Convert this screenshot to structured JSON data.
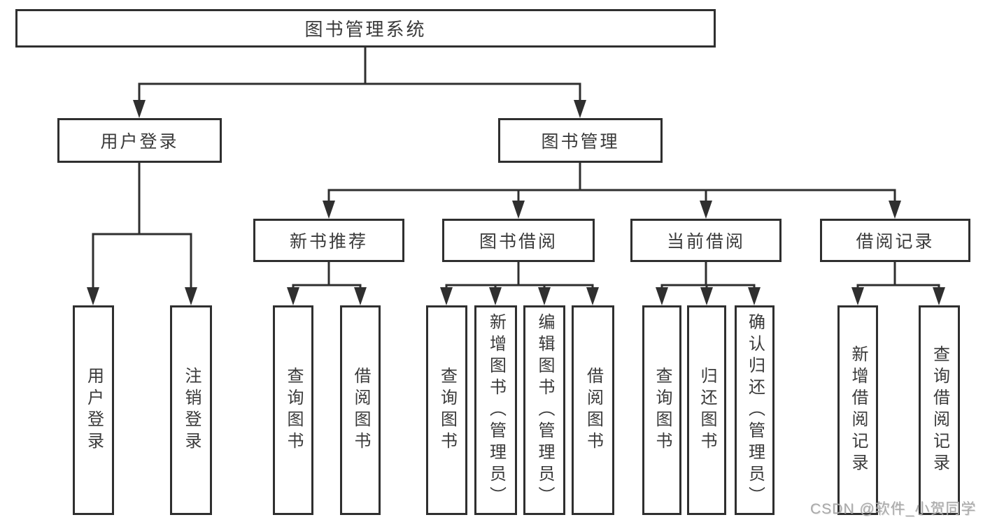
{
  "root": {
    "label": "图书管理系统"
  },
  "branches": [
    {
      "label": "用户登录",
      "children": [
        {
          "label": "用户登录"
        },
        {
          "label": "注销登录"
        }
      ]
    },
    {
      "label": "图书管理",
      "children": [
        {
          "label": "新书推荐",
          "children": [
            {
              "label": "查询图书"
            },
            {
              "label": "借阅图书"
            }
          ]
        },
        {
          "label": "图书借阅",
          "children": [
            {
              "label": "查询图书"
            },
            {
              "label": "新增图书（管理员）"
            },
            {
              "label": "编辑图书（管理员）"
            },
            {
              "label": "借阅图书"
            }
          ]
        },
        {
          "label": "当前借阅",
          "children": [
            {
              "label": "查询图书"
            },
            {
              "label": "归还图书"
            },
            {
              "label": "确认归还（管理员）"
            }
          ]
        },
        {
          "label": "借阅记录",
          "children": [
            {
              "label": "新增借阅记录"
            },
            {
              "label": "查询借阅记录"
            }
          ]
        }
      ]
    }
  ],
  "watermark": {
    "text": "CSDN @软件_小贺同学"
  },
  "colors": {
    "line": "#2f2f2f",
    "text": "#3a3a3a",
    "watermark_gray": "#a9a9a9",
    "background": "#ffffff"
  }
}
